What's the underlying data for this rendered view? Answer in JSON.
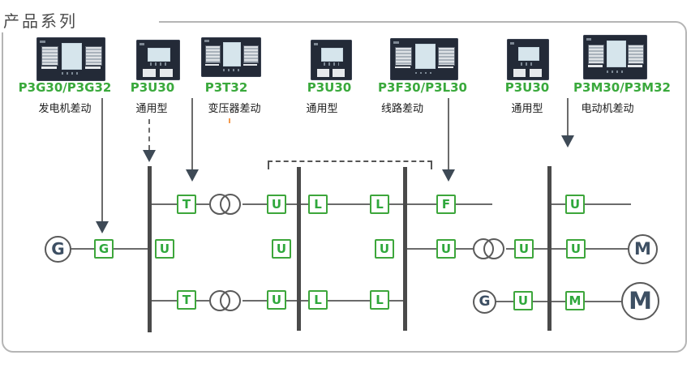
{
  "title": "产品系列",
  "devices": [
    {
      "model": "P3G30/P3G32",
      "type": "发电机差动"
    },
    {
      "model": "P3U30",
      "type": "通用型"
    },
    {
      "model": "P3T32",
      "type": "变压器差动"
    },
    {
      "model": "P3U30",
      "type": "通用型"
    },
    {
      "model": "P3F30/P3L30",
      "type": "线路差动"
    },
    {
      "model": "P3U30",
      "type": "通用型"
    },
    {
      "model": "P3M30/P3M32",
      "type": "电动机差动"
    }
  ],
  "diagram": {
    "boxes_row1": [
      "T",
      "U",
      "L",
      "L",
      "F",
      "U"
    ],
    "boxes_row2": [
      "G",
      "U",
      "U",
      "U",
      "U",
      "U",
      "U"
    ],
    "boxes_row3": [
      "T",
      "U",
      "L",
      "L"
    ],
    "boxes_row3_right": [
      "U",
      "M"
    ],
    "circles": {
      "generator_left": "G",
      "generator_small": "G",
      "motor_mid": "M",
      "motor_large": "M"
    }
  },
  "colors": {
    "accent_green": "#3aa93c",
    "box_border_green": "#3da63b",
    "device_body": "#232a37",
    "busbar_gray": "#4a4a4a",
    "line_gray": "#6b6b6b",
    "arrowhead_slate": "#3e4a56",
    "frame_gray": "#b5b5b5"
  }
}
